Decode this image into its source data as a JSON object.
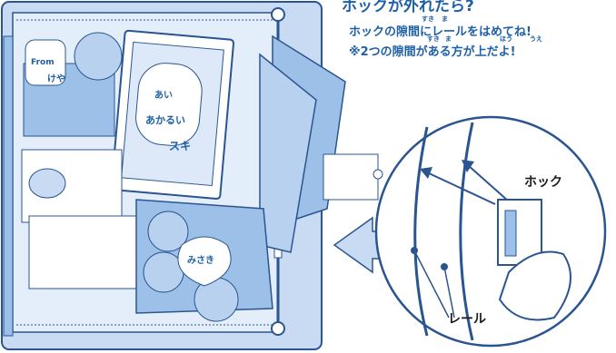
{
  "heading": "ホックが外れたら?",
  "instructions": {
    "line1": "ホックの隙間にレールをはめてね!",
    "line2": "※2つの隙間がある方が上だよ!"
  },
  "ruby": {
    "line1_suki": "すき",
    "line1_ma": "ま",
    "line2_suki": "すき",
    "line2_ma": "ま",
    "line2_hou": "ほう",
    "line2_ue": "うえ"
  },
  "callouts": {
    "hook": "ホック",
    "rail": "レール"
  },
  "card_text": {
    "from": "From",
    "name": "けや",
    "bubble1": "あい",
    "bubble2": "あかるい",
    "bubble3": "スキ",
    "misaki": "みさき"
  },
  "colors": {
    "ink": "#1f5fa8",
    "fill_light": "#c9dbf2",
    "fill_mid": "#9cc0e8",
    "outline": "#2a5590"
  }
}
